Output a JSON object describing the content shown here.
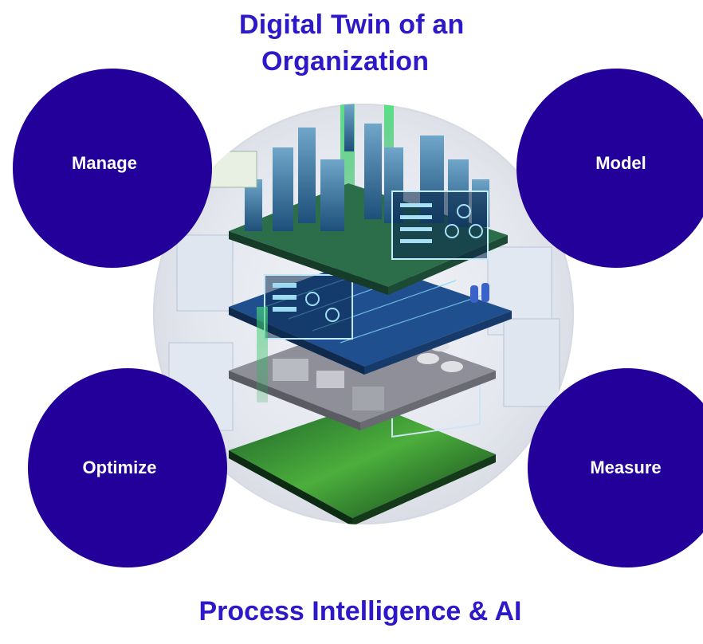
{
  "title": {
    "line1": "Digital Twin of an",
    "line2": "Organization"
  },
  "bubbles": {
    "manage": "Manage",
    "model": "Model",
    "optimize": "Optimize",
    "measure": "Measure"
  },
  "footer": {
    "label": "Process Intelligence & AI"
  },
  "colors": {
    "accent_text": "#2e19c8",
    "bubble_fill": "#220099",
    "bubble_text": "#ffffff"
  }
}
